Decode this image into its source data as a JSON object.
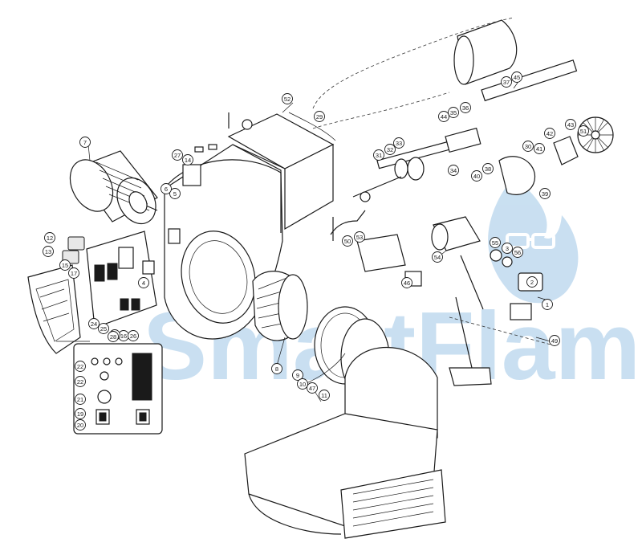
{
  "watermark": {
    "text": "SmartFlam",
    "color": "#9dc6e6"
  },
  "callouts": [
    {
      "id": "part-1",
      "label": "1"
    },
    {
      "id": "part-2",
      "label": "2"
    },
    {
      "id": "part-3",
      "label": "3"
    },
    {
      "id": "part-4",
      "label": "4"
    },
    {
      "id": "part-5",
      "label": "5"
    },
    {
      "id": "part-6",
      "label": "6"
    },
    {
      "id": "part-7",
      "label": "7"
    },
    {
      "id": "part-8",
      "label": "8"
    },
    {
      "id": "part-9",
      "label": "9"
    },
    {
      "id": "part-10",
      "label": "10"
    },
    {
      "id": "part-11",
      "label": "11"
    },
    {
      "id": "part-12",
      "label": "12"
    },
    {
      "id": "part-13",
      "label": "13"
    },
    {
      "id": "part-14",
      "label": "14"
    },
    {
      "id": "part-15",
      "label": "15"
    },
    {
      "id": "part-16",
      "label": "16"
    },
    {
      "id": "part-17",
      "label": "17"
    },
    {
      "id": "part-18",
      "label": "18"
    },
    {
      "id": "part-19",
      "label": "19"
    },
    {
      "id": "part-20",
      "label": "20"
    },
    {
      "id": "part-21",
      "label": "21"
    },
    {
      "id": "part-22a",
      "label": "22"
    },
    {
      "id": "part-22b",
      "label": "22"
    },
    {
      "id": "part-24",
      "label": "24"
    },
    {
      "id": "part-25",
      "label": "25"
    },
    {
      "id": "part-26",
      "label": "26"
    },
    {
      "id": "part-27",
      "label": "27"
    },
    {
      "id": "part-28",
      "label": "28"
    },
    {
      "id": "part-29",
      "label": "29"
    },
    {
      "id": "part-30",
      "label": "30"
    },
    {
      "id": "part-31",
      "label": "31"
    },
    {
      "id": "part-32",
      "label": "32"
    },
    {
      "id": "part-33",
      "label": "33"
    },
    {
      "id": "part-34",
      "label": "34"
    },
    {
      "id": "part-35",
      "label": "35"
    },
    {
      "id": "part-36",
      "label": "36"
    },
    {
      "id": "part-37",
      "label": "37"
    },
    {
      "id": "part-38",
      "label": "38"
    },
    {
      "id": "part-39",
      "label": "39"
    },
    {
      "id": "part-40",
      "label": "40"
    },
    {
      "id": "part-41",
      "label": "41"
    },
    {
      "id": "part-42",
      "label": "42"
    },
    {
      "id": "part-43",
      "label": "43"
    },
    {
      "id": "part-44",
      "label": "44"
    },
    {
      "id": "part-45",
      "label": "45"
    },
    {
      "id": "part-46",
      "label": "46"
    },
    {
      "id": "part-47",
      "label": "47"
    },
    {
      "id": "part-49",
      "label": "49"
    },
    {
      "id": "part-50",
      "label": "50"
    },
    {
      "id": "part-51",
      "label": "51"
    },
    {
      "id": "part-52",
      "label": "52"
    },
    {
      "id": "part-53",
      "label": "53"
    },
    {
      "id": "part-54",
      "label": "54"
    },
    {
      "id": "part-55",
      "label": "55"
    },
    {
      "id": "part-56",
      "label": "56"
    }
  ]
}
